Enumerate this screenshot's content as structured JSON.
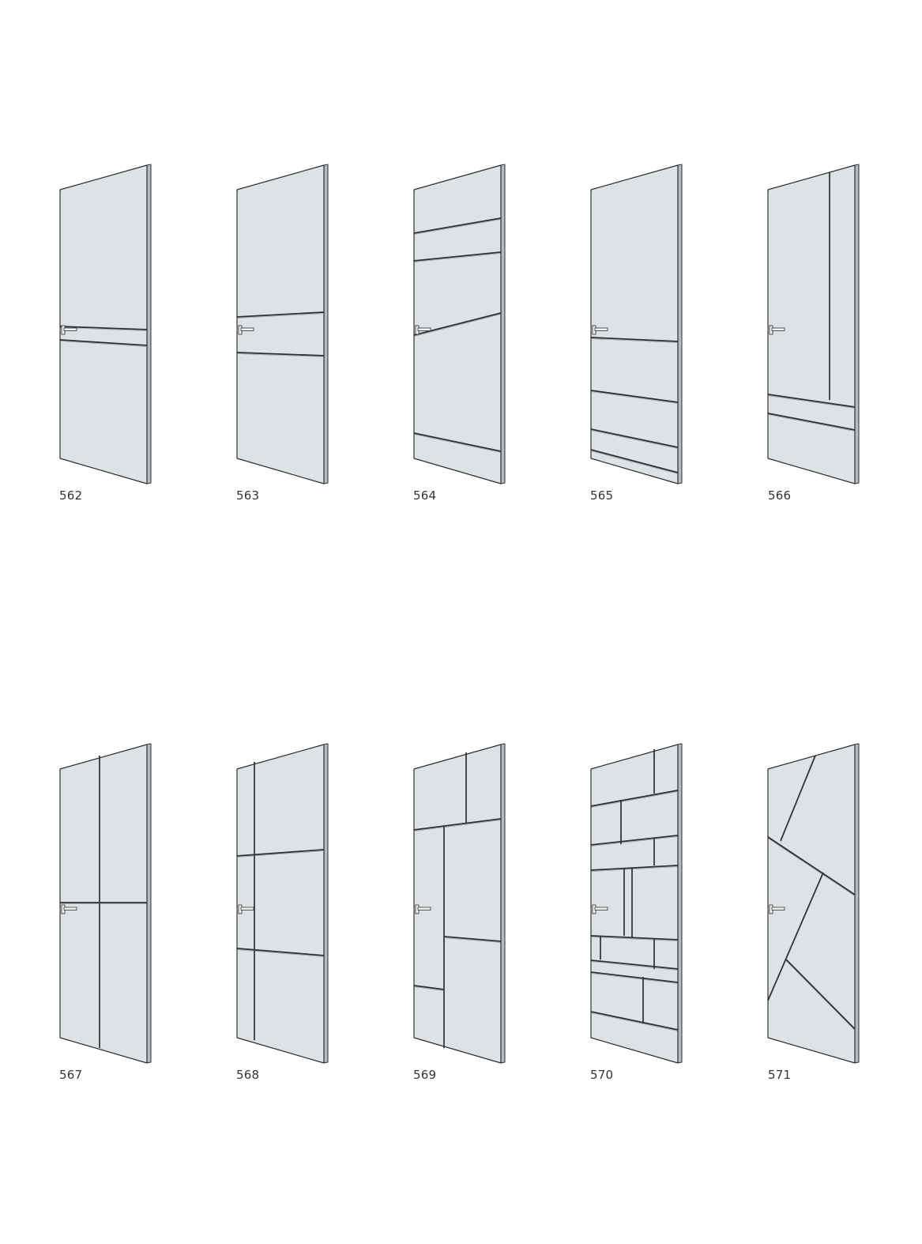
{
  "colors": {
    "panel": "#dde2e5",
    "edge": "#b3bcc3",
    "stroke": "#2d2f31",
    "groove": "#5a6066",
    "handle": "#f2f2f2",
    "label": "#333333"
  },
  "icons": {
    "handle": "lever-handle-icon"
  },
  "doors": [
    {
      "id": "562",
      "label": "562"
    },
    {
      "id": "563",
      "label": "563"
    },
    {
      "id": "564",
      "label": "564"
    },
    {
      "id": "565",
      "label": "565"
    },
    {
      "id": "566",
      "label": "566"
    },
    {
      "id": "567",
      "label": "567"
    },
    {
      "id": "568",
      "label": "568"
    },
    {
      "id": "569",
      "label": "569"
    },
    {
      "id": "570",
      "label": "570"
    },
    {
      "id": "571",
      "label": "571"
    }
  ]
}
